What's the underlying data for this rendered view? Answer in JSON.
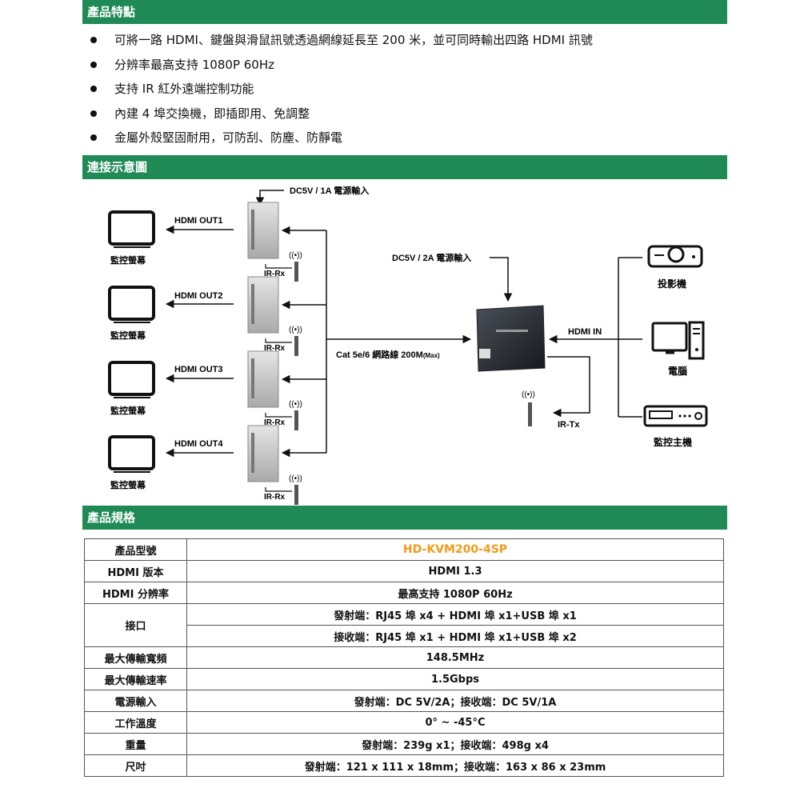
{
  "sections": {
    "features_title": "產品特點",
    "diagram_title": "連接示意圖",
    "spec_title": "產品規格"
  },
  "features": [
    "可將一路 HDMI、鍵盤與滑鼠訊號透過網線延長至 200 米，並可同時輸出四路 HDMI 訊號",
    "分辨率最高支持 1080P 60Hz",
    "支持 IR 紅外遠端控制功能",
    "內建 4 埠交換機，即插即用、免調整",
    "金屬外殼堅固耐用，可防刮、防塵、防靜電"
  ],
  "diagram": {
    "rx_power": "DC5V / 1A 電源輸入",
    "tx_power": "DC5V / 2A 電源輸入",
    "outputs": [
      "HDMI OUT1",
      "HDMI OUT2",
      "HDMI OUT3",
      "HDMI OUT4"
    ],
    "monitor_label": "監控螢幕",
    "ir_rx": "IR-Rx",
    "cable": "Cat 5e/6 網路線 200M",
    "cable_max": "(Max)",
    "hdmi_in": "HDMI IN",
    "ir_tx": "IR-Tx",
    "projector": "投影機",
    "computer": "電腦",
    "dvr": "監控主機"
  },
  "spec": {
    "rows": [
      {
        "label": "產品型號",
        "values": [
          "HD-KVM200-4SP"
        ]
      },
      {
        "label": "HDMI 版本",
        "values": [
          "HDMI 1.3"
        ]
      },
      {
        "label": "HDMI 分辨率",
        "values": [
          "最高支持 1080P 60Hz"
        ]
      },
      {
        "label": "接口",
        "values": [
          "發射端：RJ45 埠 x4 + HDMI 埠 x1+USB 埠 x1",
          "接收端：RJ45 埠 x1 + HDMI 埠 x1+USB 埠 x2"
        ]
      },
      {
        "label": "最大傳輸寬頻",
        "values": [
          "148.5MHz"
        ]
      },
      {
        "label": "最大傳輸速率",
        "values": [
          "1.5Gbps"
        ]
      },
      {
        "label": "電源輸入",
        "values": [
          "發射端：DC 5V/2A；接收端：DC 5V/1A"
        ]
      },
      {
        "label": "工作溫度",
        "values": [
          "0° ~ -45°C"
        ]
      },
      {
        "label": "重量",
        "values": [
          "發射端：239g x1；接收端：498g x4"
        ]
      },
      {
        "label": "尺吋",
        "values": [
          "發射端：121 x 111 x 18mm；接收端：163 x 86 x 23mm"
        ]
      }
    ]
  }
}
